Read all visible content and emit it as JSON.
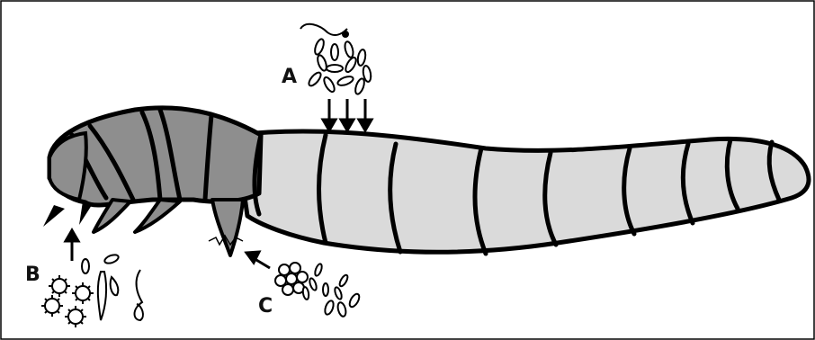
{
  "labels": {
    "a": "A",
    "b": "B",
    "c": "C"
  },
  "colors": {
    "head": "#8e8e8e",
    "body": "#dadada",
    "outline": "#000000",
    "background": "#ffffff"
  }
}
